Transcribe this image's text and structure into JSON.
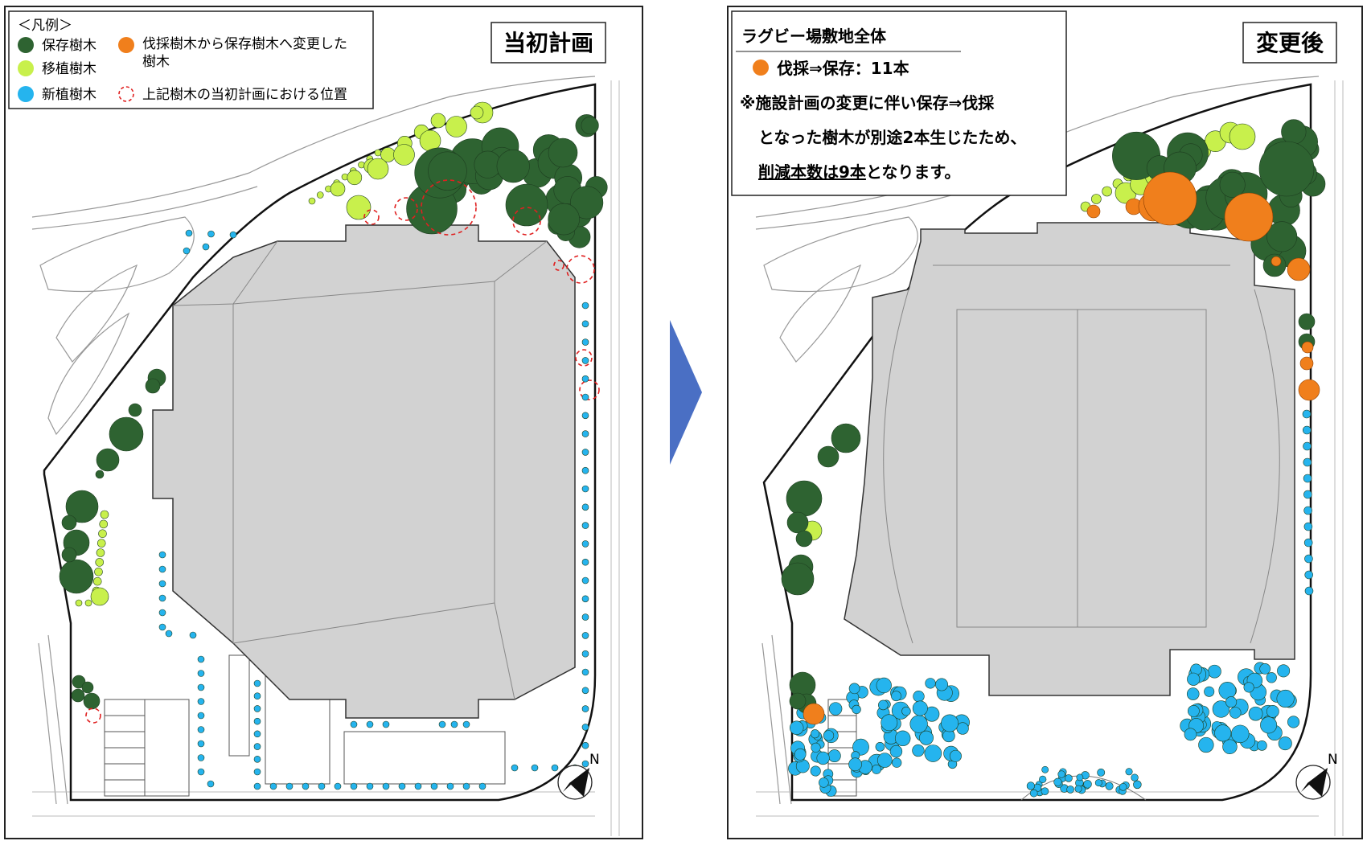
{
  "legend": {
    "title": "＜凡例＞",
    "items": [
      {
        "label": "保存樹木",
        "color": "#2e6331"
      },
      {
        "label": "移植樹木",
        "color": "#c8f04c"
      },
      {
        "label": "新植樹木",
        "color": "#25b4ee"
      }
    ],
    "orange_label_line1": "伐採樹木から保存樹木へ変更した",
    "orange_label_line2": "樹木",
    "orange_color": "#f07f1c",
    "dashed_label": "上記樹木の当初計画における位置",
    "dashed_color": "#e02020"
  },
  "left_panel": {
    "title": "当初計画",
    "north": "N"
  },
  "right_panel": {
    "title": "変更後",
    "north": "N"
  },
  "info_box": {
    "heading": "ラグビー場敷地全体",
    "count_line": "伐採⇒保存：11本",
    "note_line1": "※施設計画の変更に伴い保存⇒伐採",
    "note_line2": "となった樹木が別途2本生じたため、",
    "note_line3_underlined": "削減本数は9本",
    "note_line3_rest": "となります。"
  },
  "arrow_color": "#4a6fc4"
}
